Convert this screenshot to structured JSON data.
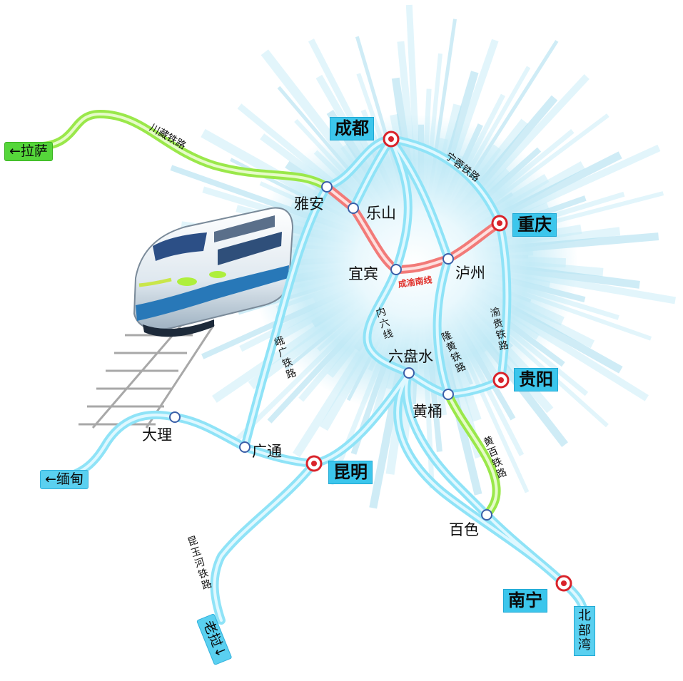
{
  "cities": {
    "chengdu": "成都",
    "chongqing": "重庆",
    "guiyang": "贵阳",
    "kunming": "昆明",
    "nanning": "南宁"
  },
  "stations": {
    "yaan": "雅安",
    "leshan": "乐山",
    "yibin": "宜宾",
    "luzhou": "泸州",
    "liupanshui": "六盘水",
    "huangtong": "黄桶",
    "dali": "大理",
    "guangtong": "广通",
    "baise": "百色"
  },
  "destinations": {
    "lhasa": "←拉萨",
    "myanmar": "←缅甸",
    "laos": "老挝↓",
    "beibu_gulf": "北部湾"
  },
  "railways": {
    "chuanzang": "川藏铁路",
    "ningrong": "宁蓉铁路",
    "chengyu_south": "成渝南线",
    "neiliu": "内六线",
    "emei_guangtong": "峨广铁路",
    "longhuang": "隆黄铁路",
    "yugui": "渝贵铁路",
    "huangbai": "黄百铁路",
    "kunyu": "昆玉河铁路"
  },
  "colors": {
    "rail_blue": "#8fe3f7",
    "rail_blue_core": "#dff8ff",
    "rail_green": "#9ae84a",
    "rail_red": "#f27a78",
    "label_bg": "#3cc6ec",
    "hub_red": "#d9232a"
  }
}
